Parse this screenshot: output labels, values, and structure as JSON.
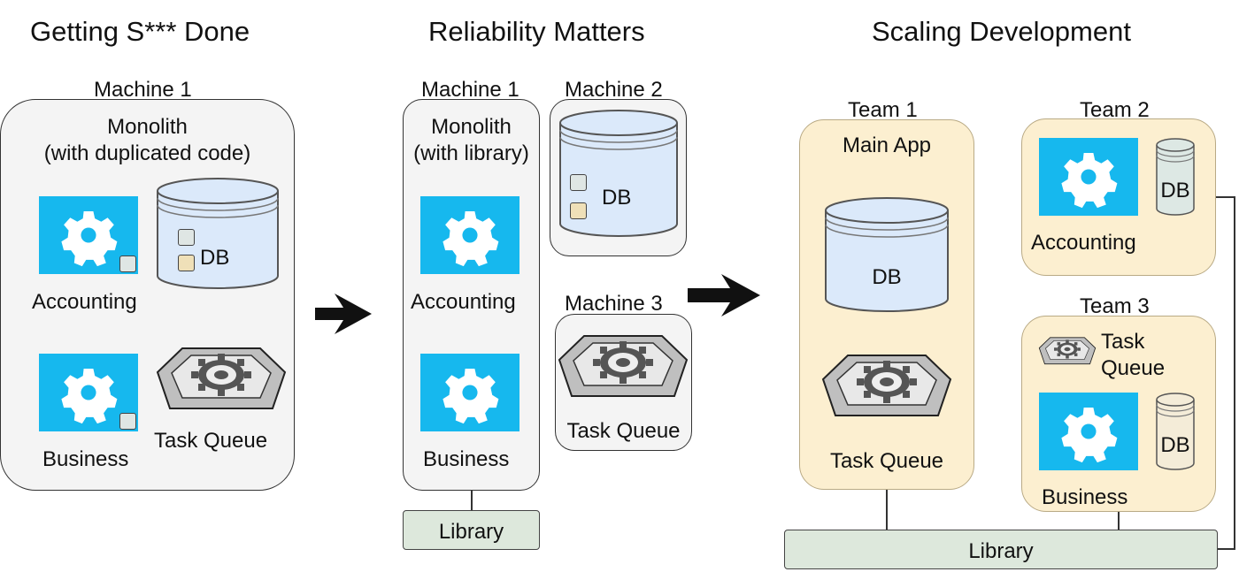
{
  "sections": {
    "left_title": "Getting S*** Done",
    "middle_title": "Reliability Matters",
    "right_title": "Scaling Development"
  },
  "left": {
    "machine": "Machine 1",
    "monolith": "Monolith",
    "monolith_sub": "(with duplicated code)",
    "accounting": "Accounting",
    "business": "Business",
    "db": "DB",
    "task_queue": "Task Queue"
  },
  "middle": {
    "machine1": "Machine 1",
    "machine2": "Machine 2",
    "machine3": "Machine 3",
    "monolith": "Monolith",
    "monolith_sub": "(with library)",
    "accounting": "Accounting",
    "business": "Business",
    "db": "DB",
    "task_queue": "Task Queue",
    "library": "Library"
  },
  "right": {
    "team1": "Team 1",
    "team2": "Team 2",
    "team3": "Team 3",
    "main_app": "Main App",
    "db_main": "DB",
    "task_queue_main": "Task Queue",
    "accounting": "Accounting",
    "db_team2": "DB",
    "task_team3_line1": "Task",
    "task_team3_line2": "Queue",
    "business": "Business",
    "db_team3": "DB",
    "library": "Library"
  },
  "icons": [
    "gear-icon",
    "database-icon",
    "task-queue-icon",
    "right-arrow-icon"
  ],
  "colors": {
    "service_blue": "#16b8ee",
    "db_blue": "#dbe9fa",
    "team_yellow": "#fcefd0",
    "library_green": "#dde8dc",
    "machine_grey": "#f4f4f4"
  }
}
